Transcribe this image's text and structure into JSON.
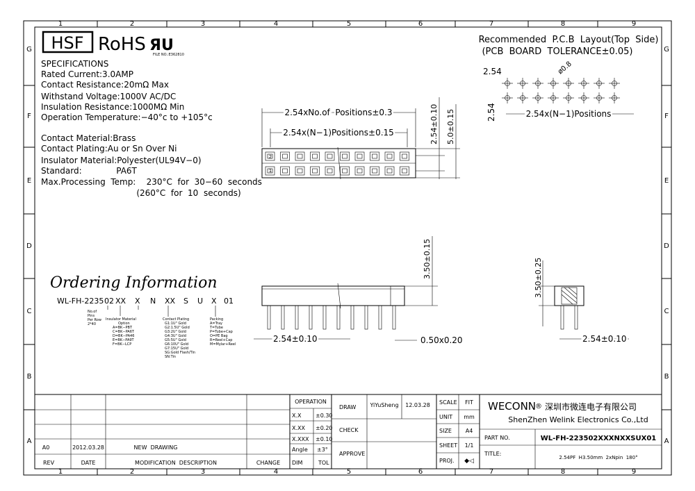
{
  "header": {
    "hsf": "HSF",
    "rohs": "RoHS",
    "ul_mark": "ЯU",
    "file_no": "FILE NO.:E362810"
  },
  "grid": {
    "cols": [
      "1",
      "2",
      "3",
      "4",
      "5",
      "6",
      "7",
      "8",
      "9"
    ],
    "rows": [
      "G",
      "F",
      "E",
      "D",
      "C",
      "B",
      "A"
    ]
  },
  "specs": {
    "title": "SPECIFICATIONS",
    "lines": [
      "Rated  Current:3.0AMP",
      "Contact  Resistance:20mΩ  Max",
      "Withstand  Voltage:1000V  AC/DC",
      "Insulation  Resistance:1000MΩ  Min",
      "Operation  Temperature:−40°c  to  +105°c"
    ],
    "lines2": [
      "Contact  Material:Brass",
      "Contact  Plating:Au  or  Sn  Over  Ni",
      "Insulator  Material:Polyester(UL94V−0)",
      "Standard:             PA6T",
      "Max.Processing  Temp:    230°C  for  30−60  seconds",
      "                                    (260°C  for  10  seconds)"
    ]
  },
  "pcb": {
    "title1": "Recommended  P.C.B  Layout(Top  Side)",
    "title2": "(PCB  BOARD  TOLERANCE±0.05)",
    "pitch": "2.54",
    "hole": "ø0.8",
    "row_pitch": "2.54",
    "positions": "2.54x(N−1)Positions"
  },
  "top_view": {
    "dim_total": "2.54xNo.of  Positions±0.3",
    "dim_n1": "2.54x(N−1)Positions±0.15",
    "dim_pitch_v": "2.54±0.10",
    "dim_width": "5.0±0.15",
    "pin_first": "2",
    "pin_second": "1"
  },
  "front_view": {
    "height": "3.50±0.15",
    "pitch": "2.54±0.10",
    "pin_size": "0.50x0.20"
  },
  "side_view": {
    "height": "3.50±0.25",
    "pitch": "2.54±0.10"
  },
  "ordering": {
    "title": "Ordering Information",
    "code_parts": [
      "WL-FH-2235",
      "02",
      "XX",
      "X",
      "N",
      "XX",
      "S",
      "U",
      "X",
      "01"
    ],
    "positions_note": [
      "No.of",
      "Pins",
      "Per  Row",
      "2*40"
    ],
    "insulator_note": [
      "Insulator  Material",
      "Option",
      "A=BK−PBT",
      "C=BK−PA6T",
      "D=BK−PA46",
      "E=BK−PA9T",
      "F=BK−LCP"
    ],
    "plating_note": [
      "Contact  Plating",
      "G1:1U\"  Gold",
      "G2:1.5U\"  Gold",
      "G3:2U\"  Gold",
      "G4:3U\"  Gold",
      "G5:5U\"  Gold",
      "G6:10U\"  Gold",
      "G7:15U\"  Gold",
      "SG:Gold  Flash/Tin",
      "SN:Tin"
    ],
    "packing_note": [
      "Packing",
      "A=Tray",
      "T=Tube",
      "P=Tube+Cap",
      "O=PE  Bag",
      "R=Reel+Cap",
      "M=Mylar+Reel"
    ]
  },
  "revision": {
    "rev_hdr": "REV",
    "date_hdr": "DATE",
    "desc_hdr": "MODIFICATION  DESCRIPTION",
    "change_hdr": "CHANGE",
    "rev": "A0",
    "date": "2012.03.28",
    "desc": "NEW  DRAWING"
  },
  "tolerance": {
    "operation": "OPERATION",
    "rows": [
      [
        "X.X",
        "±0.30"
      ],
      [
        "X.XX",
        "±0.20"
      ],
      [
        "X.XXX",
        "±0.10"
      ],
      [
        "Angle",
        "±3°"
      ],
      [
        "DIM",
        "TOL"
      ]
    ]
  },
  "approval": {
    "draw": "DRAW",
    "drawer": "YiYuSheng",
    "draw_date": "12.03.28",
    "check": "CHECK",
    "approve": "APPROVE"
  },
  "sheet_info": {
    "scale": "SCALE",
    "scale_val": "FIT",
    "unit": "UNIT",
    "unit_val": "mm",
    "size": "SIZE",
    "size_val": "A4",
    "sheet": "SHEET",
    "sheet_val": "1/1",
    "proj": "PROJ.",
    "proj_val": "◆◁"
  },
  "company": {
    "name": "WECONN",
    "reg": "®",
    "name_cn": "深圳市微连电子有限公司",
    "name_en": "ShenZhen Welink Electronics Co.,Ltd"
  },
  "part": {
    "part_label": "PART NO.",
    "part_no": "WL-FH-223502XXXNXXSUX01",
    "title_label": "TITLE:",
    "title": "2.54PF  H3.50mm  2xNpin  180°"
  }
}
